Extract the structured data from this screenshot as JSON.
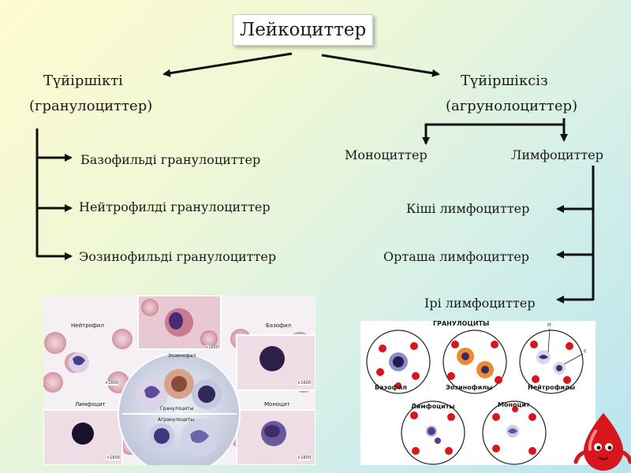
{
  "title": "Лейкоциттер",
  "left_branch": {
    "line1": "Түйіршікті",
    "line2": "(гранулоциттер)",
    "items": [
      "Базофильді гранулоциттер",
      "Нейтрофилді гранулоциттер",
      "Эозинофильді гранулоциттер"
    ]
  },
  "right_branch": {
    "line1": "Түйіршіксіз",
    "line2": "(агрунолоциттер)",
    "sub": [
      "Моноциттер",
      "Лимфоциттер"
    ],
    "items": [
      "Кіші лимфоциттер",
      "Орташа лимфоциттер",
      "Ірі лимфоциттер"
    ]
  },
  "micro_photo": {
    "neutrophil": "Нейтрофил",
    "eosinophil": "Эозинофил",
    "basophil": "Базофил",
    "lymphocyte": "Лимфоцит",
    "monocyte": "Моноцит",
    "granulocytes": "Гранулоциты",
    "agranulocytes": "Агранулоциты",
    "scale": "×1600"
  },
  "cell_diagram": {
    "heading": "ГРАНУЛОЦИТЫ",
    "basophil": "Базофил",
    "eosinophils": "Эозинофилы",
    "neutrophils": "Нейтрофилы",
    "lymphocytes": "Лимфоциты",
    "monocyte": "Моноцит",
    "mark_p": "п",
    "mark_s": "с"
  },
  "colors": {
    "arrow": "#111111",
    "blood": "#d7161e",
    "cell_stain": "#5a3d8f"
  }
}
